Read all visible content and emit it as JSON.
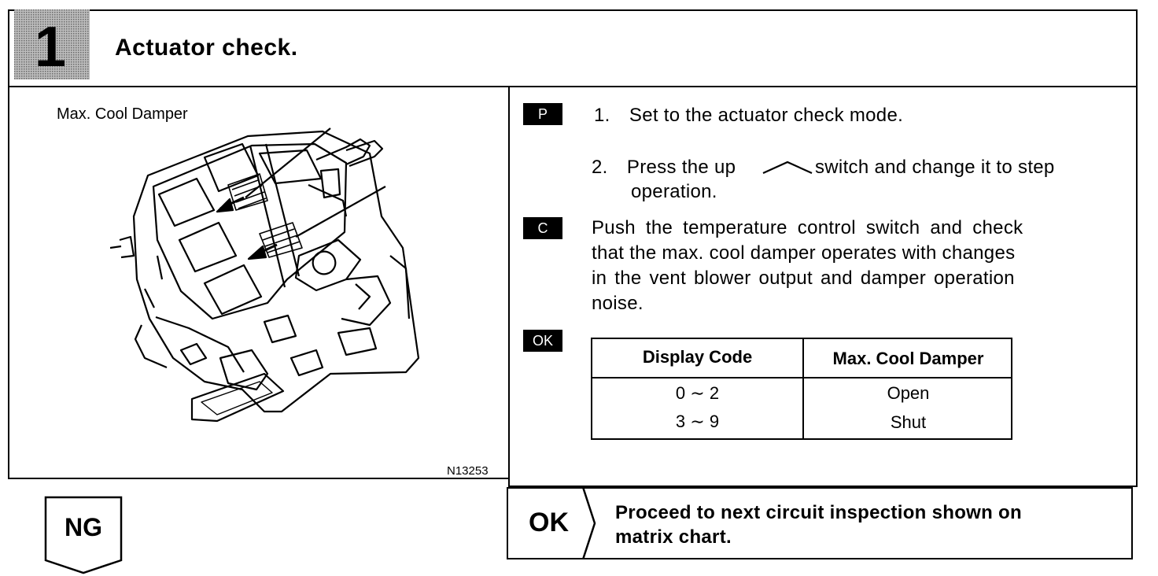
{
  "header": {
    "step_number": "1",
    "title": "Actuator check."
  },
  "figure": {
    "caption": "Max. Cool Damper",
    "code": "N13253"
  },
  "procedure": {
    "tag_p": "P",
    "step1": "1. Set to the actuator check mode.",
    "step2_prefix": "2. Press the up",
    "step2_suffix": "switch and change it to step",
    "step2_line2": "operation.",
    "tag_c": "C",
    "check_line1": "Push the temperature control switch and check",
    "check_line2": "that the max. cool damper operates with changes",
    "check_line3": "in the vent blower output and damper operation",
    "check_line4": "noise.",
    "tag_ok": "OK"
  },
  "table": {
    "headers": [
      "Display Code",
      "Max. Cool Damper"
    ],
    "rows": [
      [
        "0 ∼ 2",
        "Open"
      ],
      [
        "3 ∼ 9",
        "Shut"
      ]
    ]
  },
  "results": {
    "ng_label": "NG",
    "ok_label": "OK",
    "ok_line1": "Proceed to next circuit inspection shown on",
    "ok_line2": "matrix chart."
  }
}
